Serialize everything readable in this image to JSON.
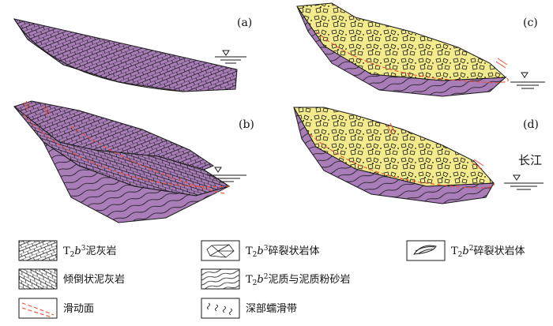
{
  "colors": {
    "limestone": "#a87db8",
    "breccia": "#f4ec8c",
    "line": "#1a1a1a",
    "slip": "#e8503a",
    "water": "#ffffff"
  },
  "panels": [
    {
      "id": "a",
      "label": "(a)"
    },
    {
      "id": "b",
      "label": "(b)"
    },
    {
      "id": "c",
      "label": "(c)"
    },
    {
      "id": "d",
      "label": "(d)"
    }
  ],
  "river_label": "长江",
  "legend": {
    "items": [
      {
        "id": "t2b3-marl",
        "main": "T",
        "sub": "2",
        "it": "b",
        "sup": "3",
        "text": "泥灰岩",
        "icon": "brick-pattern"
      },
      {
        "id": "toppled-marl",
        "main": "",
        "sub": "",
        "it": "",
        "sup": "",
        "text": "倾倒状泥灰岩",
        "icon": "inclined-brick-pattern"
      },
      {
        "id": "slip-surface",
        "main": "",
        "sub": "",
        "it": "",
        "sup": "",
        "text": "滑动面",
        "icon": "slip-line"
      },
      {
        "id": "t2b3-cataclastic",
        "main": "T",
        "sub": "2",
        "it": "b",
        "sup": "3",
        "text": "碎裂状岩体",
        "icon": "cataclastic-pattern"
      },
      {
        "id": "t2b2-mudstone",
        "main": "T",
        "sub": "2",
        "it": "b",
        "sup": "2",
        "text": "泥质与泥质粉砂岩",
        "icon": "wavy-layers"
      },
      {
        "id": "deep-creep",
        "main": "",
        "sub": "",
        "it": "",
        "sup": "",
        "text": "深部蠕滑带",
        "icon": "creep-zone"
      },
      {
        "id": "t2b2-cataclastic",
        "main": "T",
        "sub": "2",
        "it": "b",
        "sup": "2",
        "text": "碎裂状岩体",
        "icon": "curved-layers"
      }
    ]
  }
}
